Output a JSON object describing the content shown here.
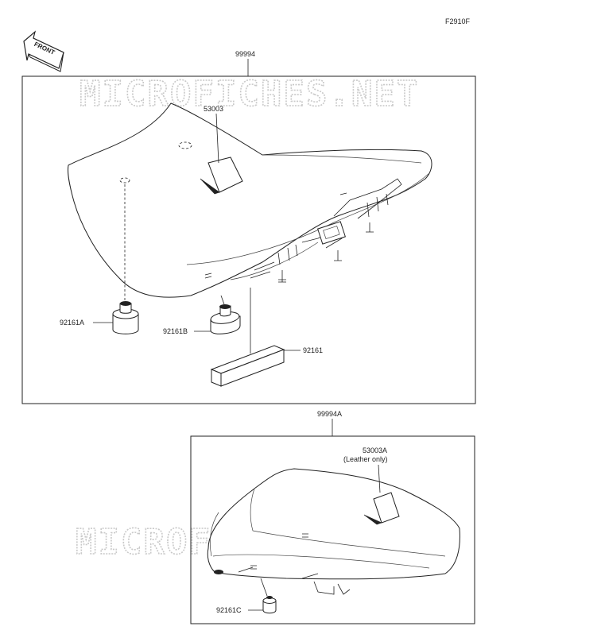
{
  "diagram": {
    "figure_code": "F2910F",
    "front_arrow_label": "FRONT",
    "watermark": "MICROFICHES.NET",
    "parts": {
      "assy_main": "99994",
      "assy_pillion": "99994A",
      "label_main": "53003",
      "label_pillion": "53003A",
      "label_pillion_note": "(Leather only)",
      "damper_a": "92161A",
      "damper_b": "92161B",
      "damper": "92161",
      "damper_c": "92161C"
    }
  }
}
